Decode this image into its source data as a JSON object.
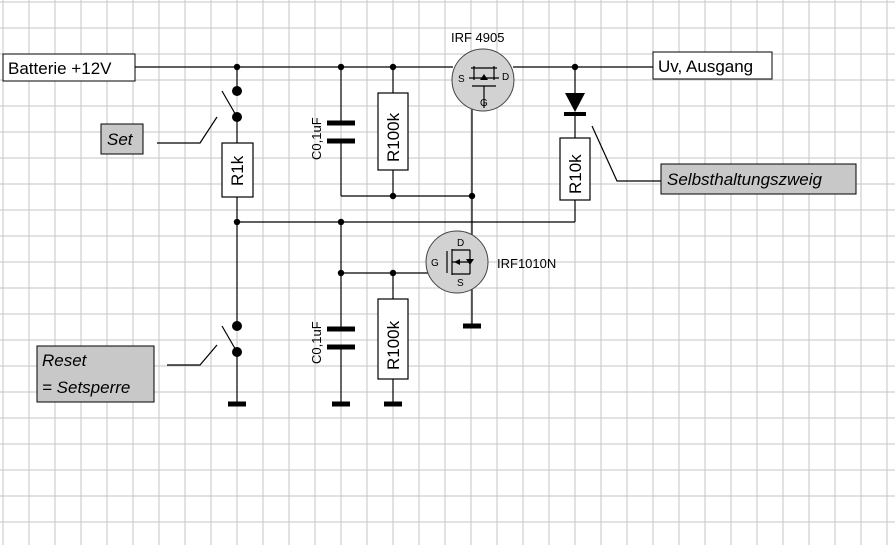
{
  "terminals": {
    "input": "Batterie +12V",
    "output": "Uv, Ausgang"
  },
  "notes": {
    "set": "Set",
    "latch_branch": "Selbsthaltungszweig",
    "reset_line1": "Reset",
    "reset_line2": "= Setsperre"
  },
  "components": {
    "r1": "R1k",
    "r_gate_p": "R100k",
    "r_gate_n": "R100k",
    "r_latch": "R10k",
    "c_top": "C0,1uF",
    "c_bottom": "C0,1uF",
    "q_p": "IRF 4905",
    "q_n": "IRF1010N"
  },
  "pins": {
    "source": "S",
    "drain": "D",
    "gate": "G"
  },
  "colors": {
    "grid": "#c6c6c6",
    "note_fill": "#c8c8c8",
    "mosfet_fill": "#d2d2d2"
  }
}
